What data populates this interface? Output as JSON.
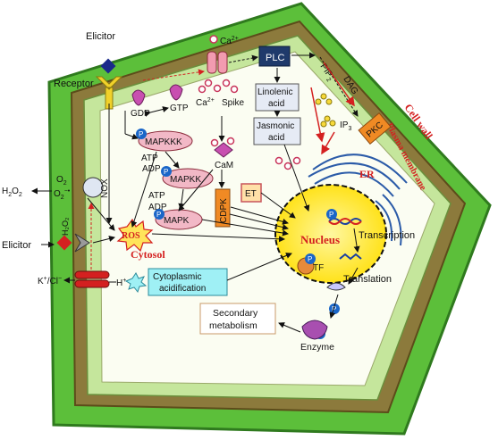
{
  "labels": {
    "elicitor_top": "Elicitor",
    "receptor": "Receptor",
    "gdp": "GDP",
    "gtp": "GTP",
    "ca2_top": "Ca",
    "ca2_top_sup": "2+",
    "ca2_spike": "Ca",
    "ca2_spike_sup": "2+",
    "spike": "Spike",
    "plc": "PLC",
    "pip": "PIP",
    "pip_sub": "2",
    "dag": "DAG",
    "ip3": "IP",
    "ip3_sub": "3",
    "pkc": "PKC",
    "cell_wall": "Cell wall",
    "plasma_membrane": "Plasma membrane",
    "linolenic_1": "Linolenic",
    "linolenic_2": "acid",
    "jasmonic_1": "Jasmonic",
    "jasmonic_2": "acid",
    "mapkkk": "MAPKKK",
    "mapkk": "MAPKK",
    "mapk": "MAPK",
    "atp": "ATP",
    "adp": "ADP",
    "cam": "CaM",
    "cdpk": "CDPK",
    "et": "ET",
    "er": "ER",
    "nucleus": "Nucleus",
    "tf": "TF",
    "transcription": "Transcription",
    "translation": "Translation",
    "ros": "ROS",
    "cytosol": "Cytosol",
    "nox": "NOX",
    "o2": "O",
    "o2_sub": "2",
    "o2_radical": "O",
    "o2_radical_sub": "2",
    "o2_radical_sup": "−•",
    "h2o2_left": "H",
    "h2o2_left_sub1": "2",
    "h2o2_left_o": "O",
    "h2o2_left_sub2": "2",
    "h2o2_vert": "H₂O₂",
    "elicitor_left": "Elicitor",
    "k_cl": "K",
    "k_cl_rest": "/Cl",
    "h_plus": "H",
    "cyto_acid_1": "Cytoplasmic",
    "cyto_acid_2": "acidification",
    "secondary_1": "Secondary",
    "secondary_2": "metabolism",
    "enzyme": "Enzyme",
    "p": "P"
  },
  "colors": {
    "cell_wall_green": "#5cbf3a",
    "wall_border": "#2f7a1e",
    "plasma_brown": "#8c7a3c",
    "inner_green": "#c5e69c",
    "cytosol_fill": "#fbfdf2",
    "mapk_pink": "#f2b8c6",
    "plc_navy": "#1f3a6b",
    "pkc_orange": "#f08a24",
    "ros_yellow": "#ffe45a",
    "nucleus_yellow": "#ffeb3b",
    "cyan_box": "#9ff0f5",
    "er_blue": "#2b5ba8",
    "accent_red": "#d42020"
  }
}
